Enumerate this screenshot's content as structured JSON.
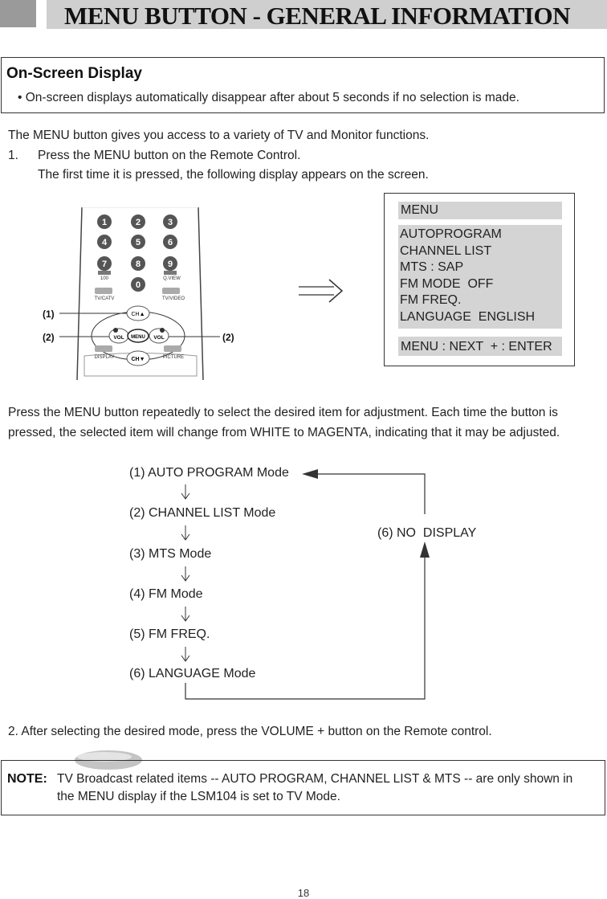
{
  "header": {
    "title": "MENU BUTTON - GENERAL INFORMATION"
  },
  "osd": {
    "title": "On-Screen Display",
    "text": "• On-screen displays automatically disappear after about 5 seconds if no selection is made."
  },
  "intro": {
    "line1": "The MENU button gives you access to a variety of TV and Monitor functions.",
    "step1_num": "1.",
    "step1_text": "Press the MENU button on the Remote Control.",
    "step1_sub": "The first time it is pressed, the following display appears on the screen."
  },
  "remote": {
    "keys": [
      "1",
      "2",
      "3",
      "4",
      "5",
      "6",
      "7",
      "8",
      "9",
      "100",
      "0",
      "Q.VIEW"
    ],
    "tv_catv": "TV/CATV",
    "tv_video": "TV/VIDEO",
    "ch_up": "CH▲",
    "ch_down": "CH▼",
    "vol_minus": "VOL",
    "vol_plus": "VOL",
    "menu": "MENU",
    "display": "DISPLAY",
    "picture": "PICTURE",
    "callout1": "(1)",
    "callout2_left": "(2)",
    "callout2_right": "(2)"
  },
  "menu_screen": {
    "header": "MENU",
    "items": [
      "AUTOPROGRAM",
      "CHANNEL LIST",
      "MTS : SAP",
      "FM MODE  OFF",
      "FM FREQ.",
      "LANGUAGE  ENGLISH"
    ],
    "footer": "MENU : NEXT  + : ENTER"
  },
  "instructions": {
    "para_line1": "Press the MENU button repeatedly to select the desired item for adjustment. Each time the button is",
    "para_line2": "pressed, the selected item will change from WHITE to MAGENTA, indicating that it may be adjusted."
  },
  "flow": {
    "steps": [
      "(1) AUTO PROGRAM Mode",
      "(2) CHANNEL LIST Mode",
      "(3) MTS Mode",
      "(4) FM Mode",
      "(5) FM FREQ.",
      "(6) LANGUAGE Mode"
    ],
    "side_label": "(6) NO  DISPLAY"
  },
  "step2": "2. After selecting the desired mode, press the VOLUME + button on the Remote control.",
  "note": {
    "label": "NOTE:",
    "line1": "TV Broadcast related items -- AUTO PROGRAM, CHANNEL LIST & MTS -- are only shown in",
    "line2": "the MENU display if the LSM104 is set to TV Mode."
  },
  "page_number": "18"
}
